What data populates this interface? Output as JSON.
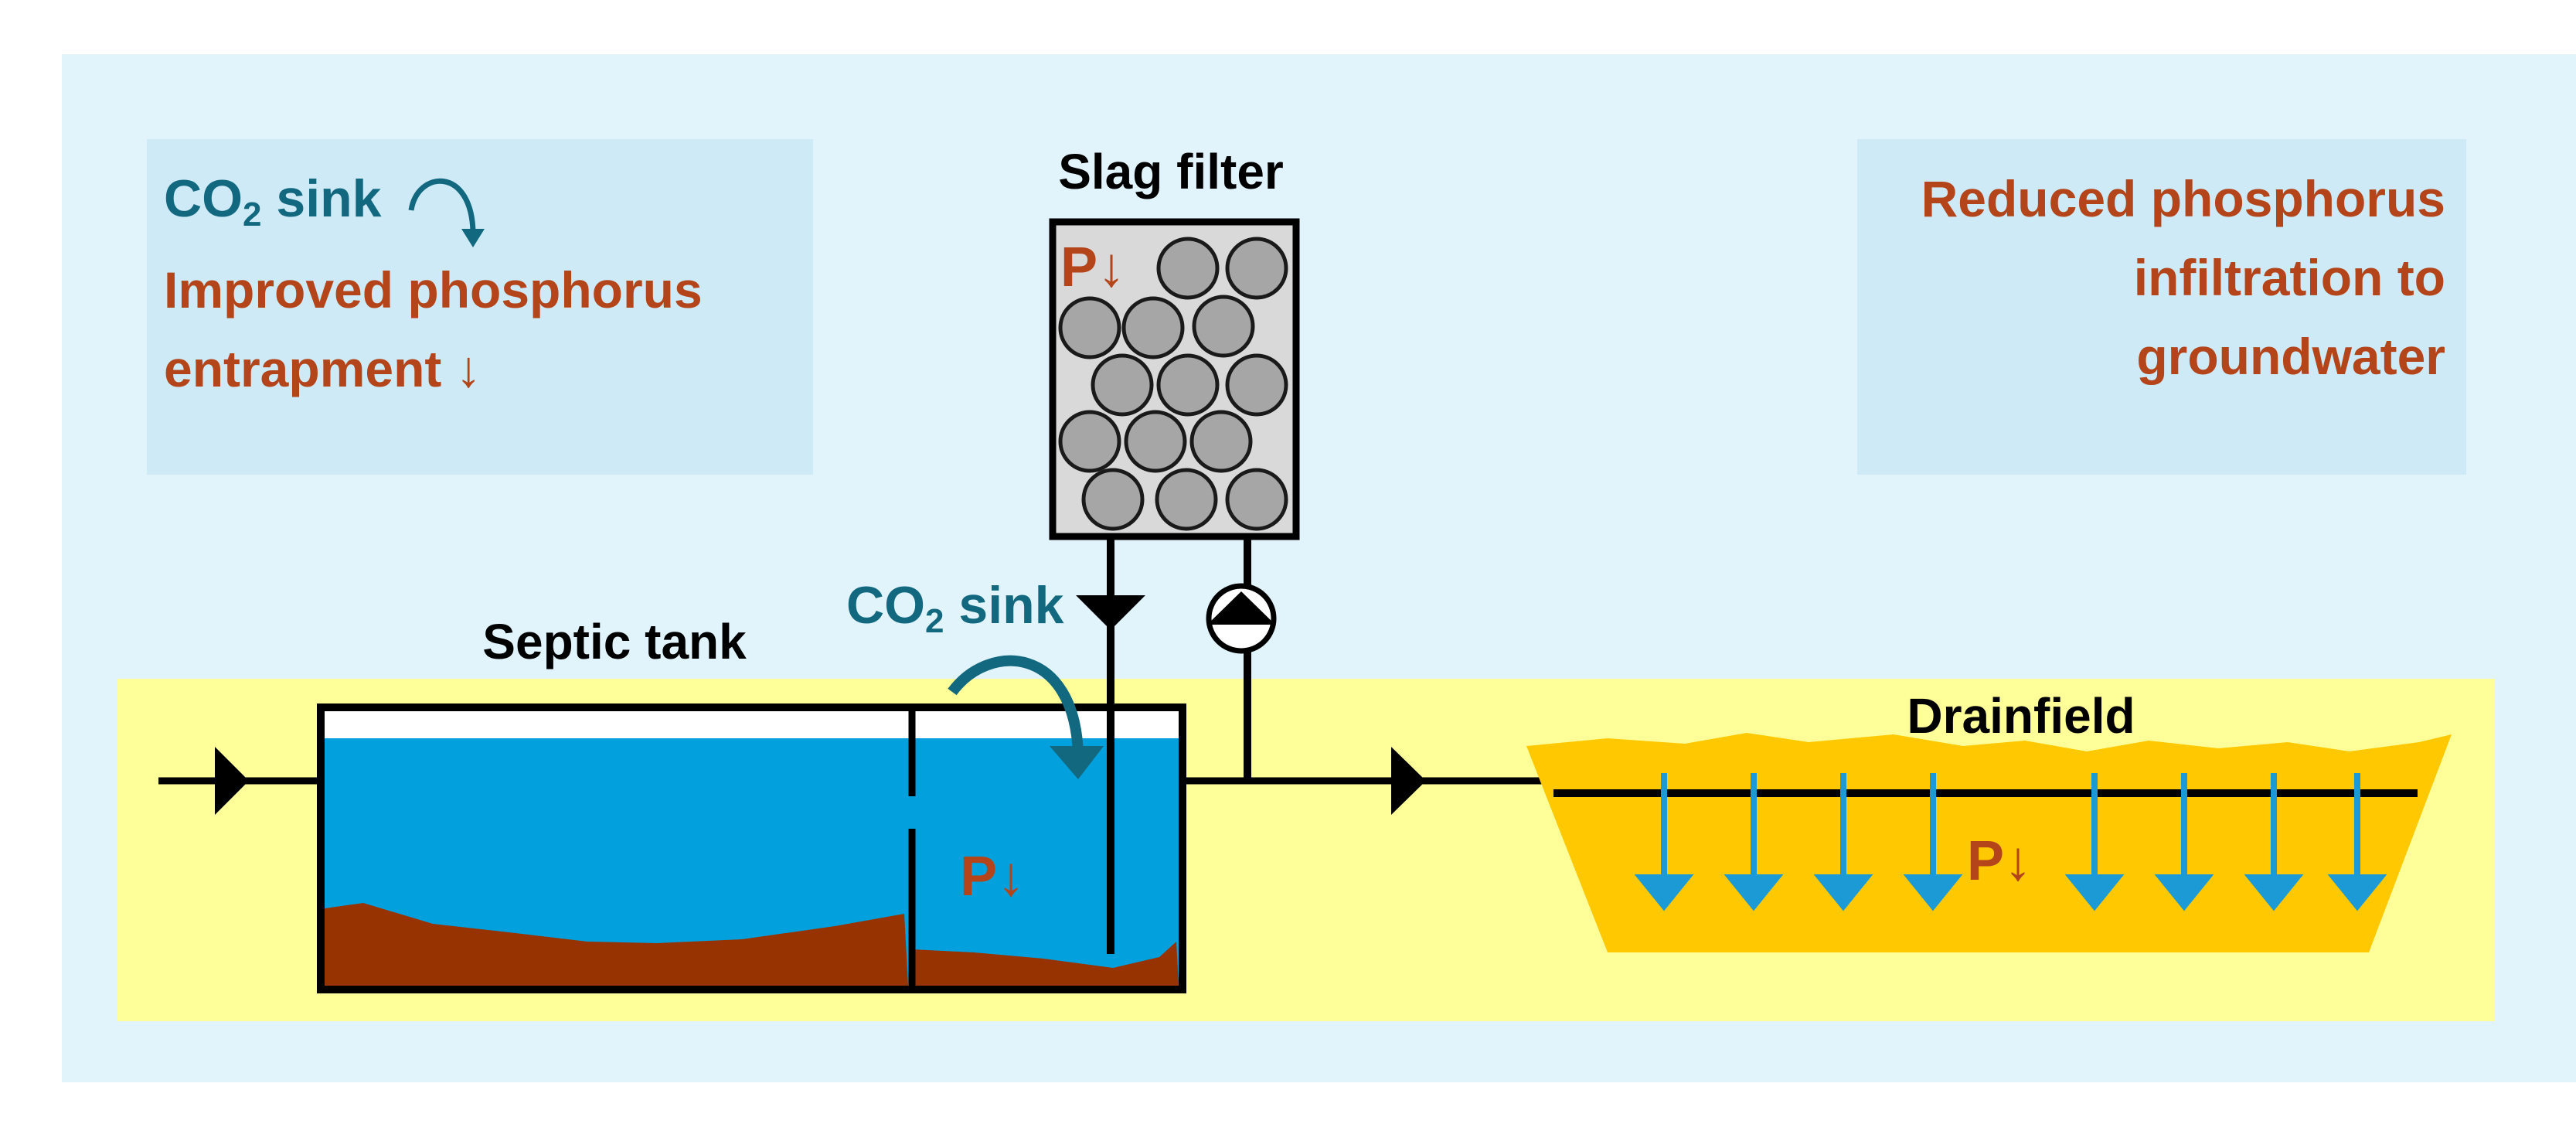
{
  "diagram": {
    "labels": {
      "slag_filter": "Slag filter",
      "septic_tank": "Septic tank",
      "drainfield": "Drainfield"
    },
    "top_left_box": {
      "co2_prefix": "CO",
      "co2_subscript": "2",
      "co2_suffix": " sink",
      "line2": "Improved phosphorus",
      "line3": "entrapment ↓"
    },
    "top_right_box": {
      "line1": "Reduced phosphorus",
      "line2": "infiltration to",
      "line3": "groundwater"
    },
    "co2_sink_middle": {
      "prefix": "CO",
      "subscript": "2",
      "suffix": " sink"
    },
    "phosphorus_markers": {
      "slag": "P↓",
      "tank": "P↓",
      "drainfield": "P↓"
    },
    "colors": {
      "background": "#e1f3fb",
      "ground": "#ffff99",
      "box_fill": "#cdeaf6",
      "water": "#02a0dc",
      "sludge": "#973300",
      "drainfield_soil": "#ffc800",
      "slag_fill": "#d9d9d9",
      "slag_pebble": "#a6a6a6",
      "teal_text": "#12687f",
      "rust_text": "#b4441a",
      "infiltration_arrow": "#1c9ad6"
    }
  }
}
